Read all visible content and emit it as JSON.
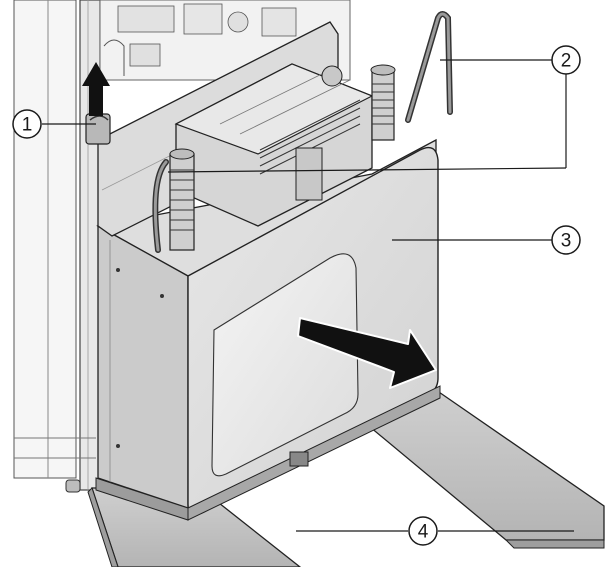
{
  "callouts": [
    {
      "id": "1",
      "label": "1"
    },
    {
      "id": "2",
      "label": "2"
    },
    {
      "id": "3",
      "label": "3"
    },
    {
      "id": "4",
      "label": "4"
    }
  ],
  "colors": {
    "line": "#1a1a1a",
    "panel_light": "#eeeeee",
    "panel_mid": "#d9d9d9",
    "panel_dark": "#b8b8b8",
    "fork": "#c4c4c4",
    "arrow": "#111111"
  }
}
